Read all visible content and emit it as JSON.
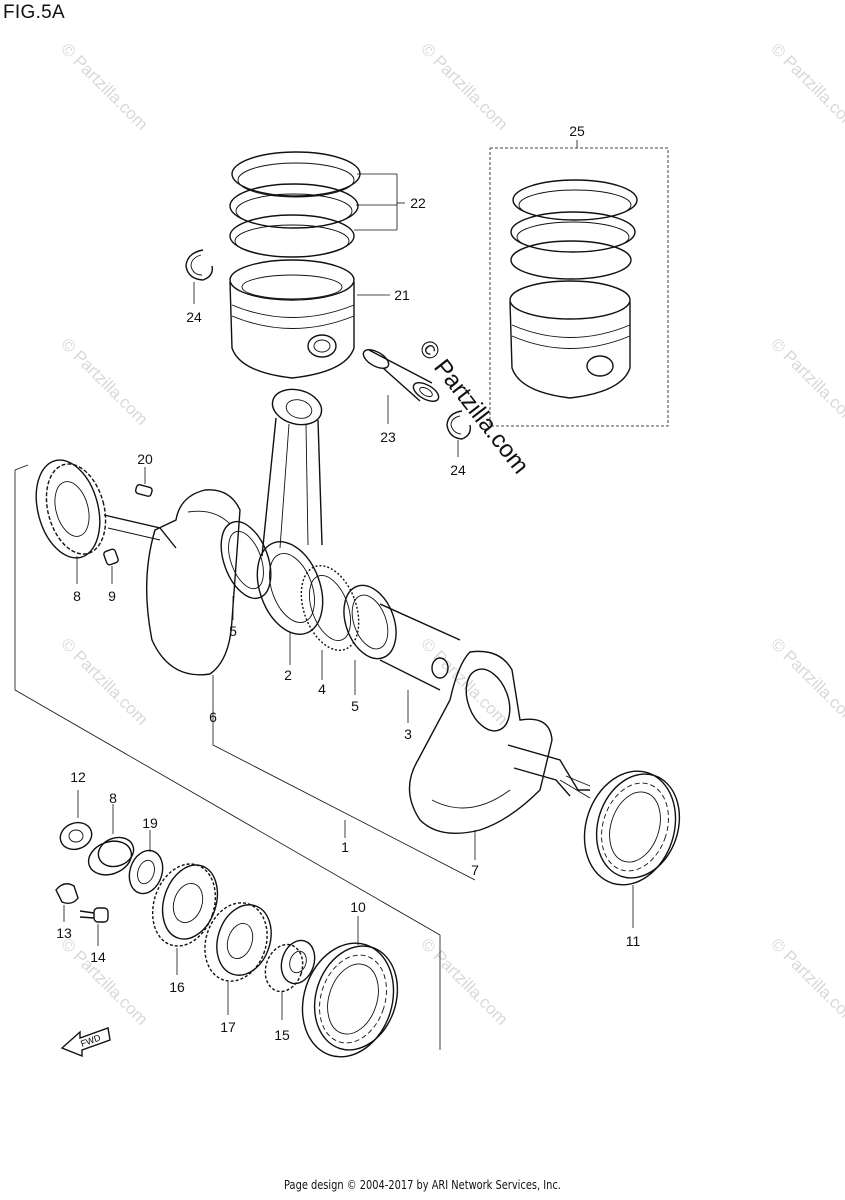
{
  "figure": {
    "title": "FIG.5A",
    "footer": "Page design © 2004-2017 by ARI Network Services, Inc.",
    "watermark_main": "© Partzilla.com",
    "watermark_tile": "© Partzilla.com",
    "fwd_label": "FWD"
  },
  "callouts": [
    {
      "id": "25",
      "label": "25"
    },
    {
      "id": "22",
      "label": "22"
    },
    {
      "id": "21",
      "label": "21"
    },
    {
      "id": "24a",
      "label": "24"
    },
    {
      "id": "23",
      "label": "23"
    },
    {
      "id": "24b",
      "label": "24"
    },
    {
      "id": "20",
      "label": "20"
    },
    {
      "id": "8a",
      "label": "8"
    },
    {
      "id": "9",
      "label": "9"
    },
    {
      "id": "5a",
      "label": "5"
    },
    {
      "id": "2",
      "label": "2"
    },
    {
      "id": "4",
      "label": "4"
    },
    {
      "id": "5b",
      "label": "5"
    },
    {
      "id": "6",
      "label": "6"
    },
    {
      "id": "3",
      "label": "3"
    },
    {
      "id": "12",
      "label": "12"
    },
    {
      "id": "8b",
      "label": "8"
    },
    {
      "id": "19",
      "label": "19"
    },
    {
      "id": "1",
      "label": "1"
    },
    {
      "id": "7",
      "label": "7"
    },
    {
      "id": "10",
      "label": "10"
    },
    {
      "id": "13",
      "label": "13"
    },
    {
      "id": "14",
      "label": "14"
    },
    {
      "id": "16",
      "label": "16"
    },
    {
      "id": "17",
      "label": "17"
    },
    {
      "id": "15",
      "label": "15"
    },
    {
      "id": "11",
      "label": "11"
    }
  ]
}
